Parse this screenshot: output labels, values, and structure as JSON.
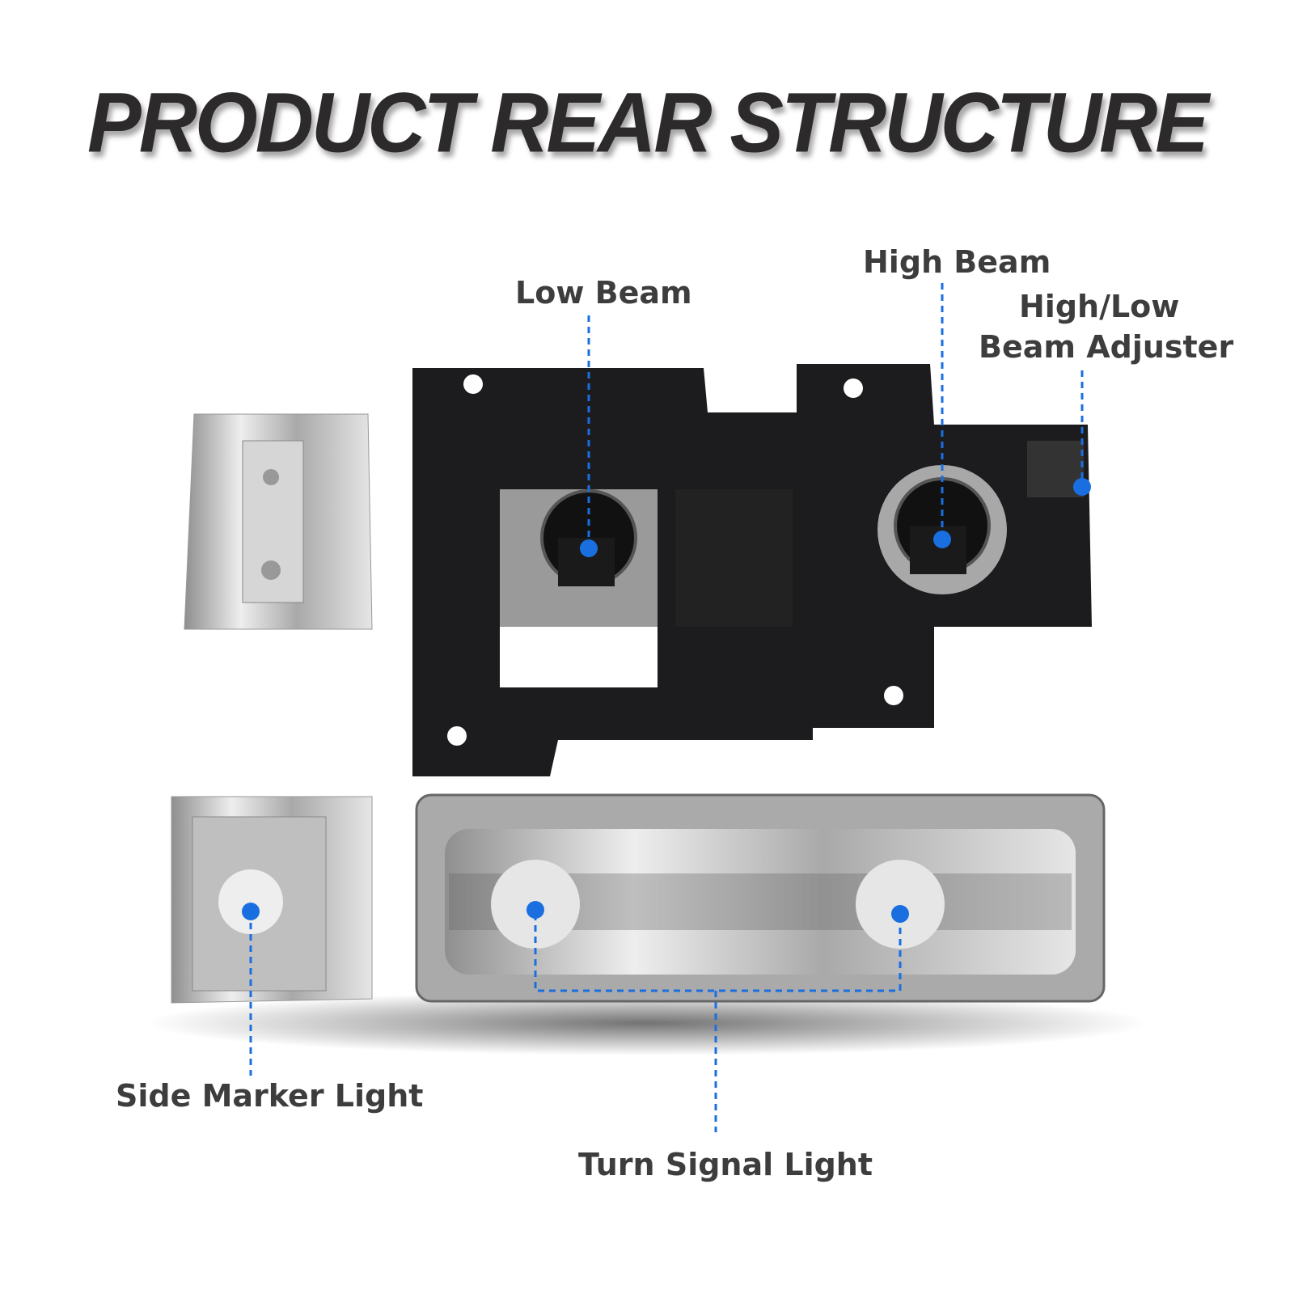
{
  "title": "PRODUCT REAR STRUCTURE",
  "labels": {
    "low_beam": "Low Beam",
    "high_beam": "High Beam",
    "adjuster_line1": "High/Low",
    "adjuster_line2": "Beam Adjuster",
    "side_marker": "Side Marker Light",
    "turn_signal": "Turn Signal Light"
  },
  "colors": {
    "accent": "#1a6fe0",
    "housing": "#1c1c1e",
    "chrome": "#c9c9c9"
  }
}
